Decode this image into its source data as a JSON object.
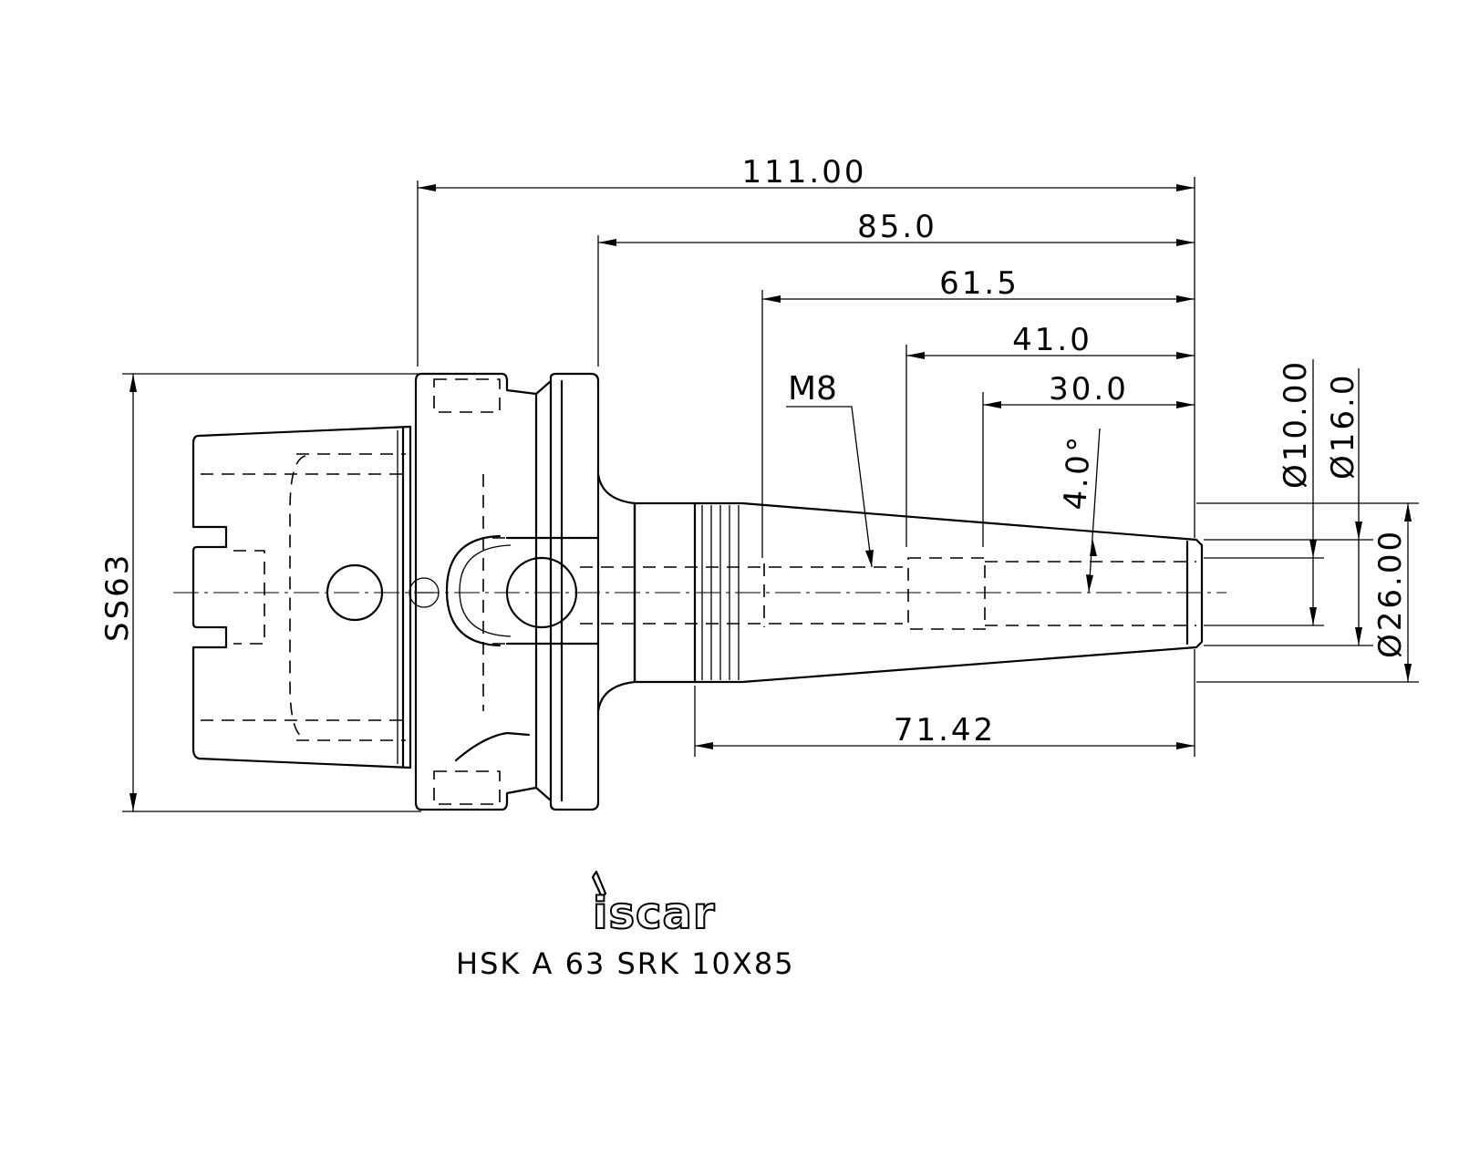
{
  "dimensions": {
    "overall_length": "111.00",
    "length_85": "85.0",
    "length_61": "61.5",
    "length_41": "41.0",
    "length_30": "30.0",
    "taper_length": "71.42",
    "taper_angle": "4.0°",
    "thread": "M8",
    "dia_10": "Ø10.00",
    "dia_16": "Ø16.0",
    "dia_26": "Ø26.00",
    "shank_size": "SS63"
  },
  "logo": {
    "text": "iscar"
  },
  "title": "HSK  A  63  SRK  10X85"
}
